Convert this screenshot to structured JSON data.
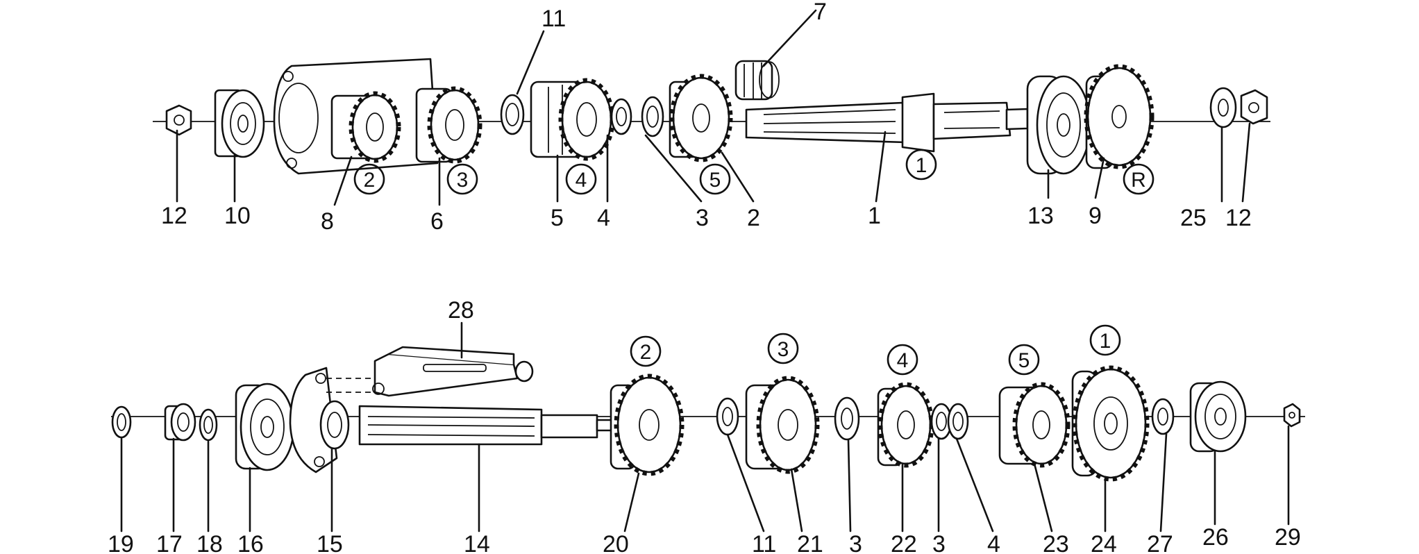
{
  "top_row": {
    "callouts": [
      "12",
      "10",
      "8",
      "6",
      "11",
      "5",
      "4",
      "3",
      "2",
      "7",
      "1",
      "13",
      "9",
      "25",
      "12"
    ],
    "gear_marks": [
      "2",
      "3",
      "4",
      "5",
      "1",
      "R"
    ]
  },
  "bottom_row": {
    "callouts": [
      "19",
      "17",
      "18",
      "16",
      "15",
      "14",
      "28",
      "20",
      "11",
      "21",
      "3",
      "22",
      "3",
      "4",
      "23",
      "24",
      "27",
      "26",
      "29"
    ],
    "gear_marks": [
      "2",
      "3",
      "4",
      "5",
      "1"
    ]
  }
}
